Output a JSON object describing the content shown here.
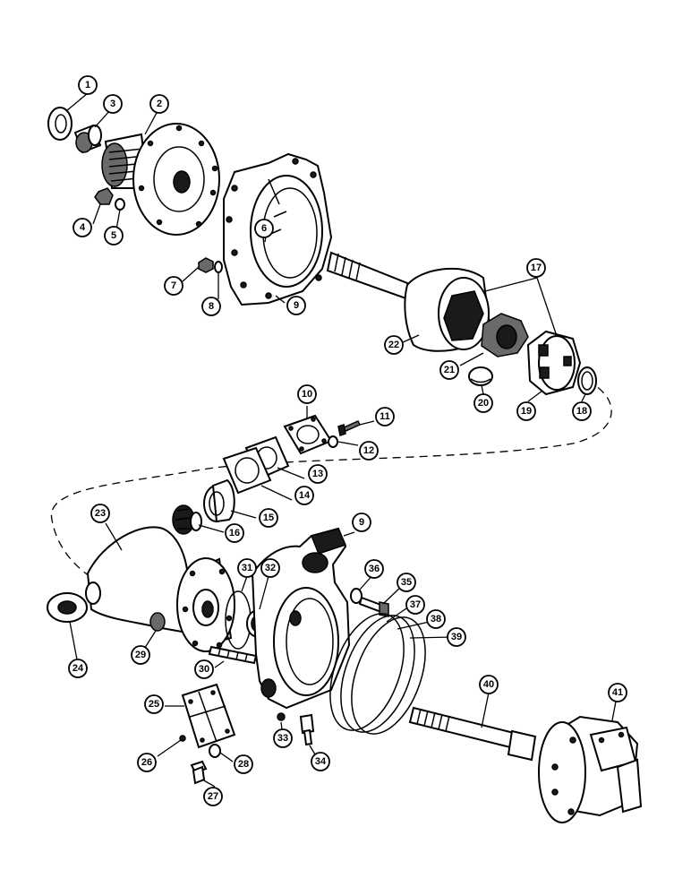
{
  "callouts": [
    "1",
    "2",
    "3",
    "4",
    "5",
    "6",
    "7",
    "8",
    "9",
    "10",
    "11",
    "12",
    "13",
    "14",
    "15",
    "16",
    "17",
    "18",
    "19",
    "20",
    "21",
    "22",
    "23",
    "24",
    "25",
    "26",
    "27",
    "28",
    "29",
    "30",
    "31",
    "32",
    "33",
    "34",
    "35",
    "36",
    "37",
    "38",
    "39",
    "40",
    "41"
  ],
  "second_nine": "9"
}
